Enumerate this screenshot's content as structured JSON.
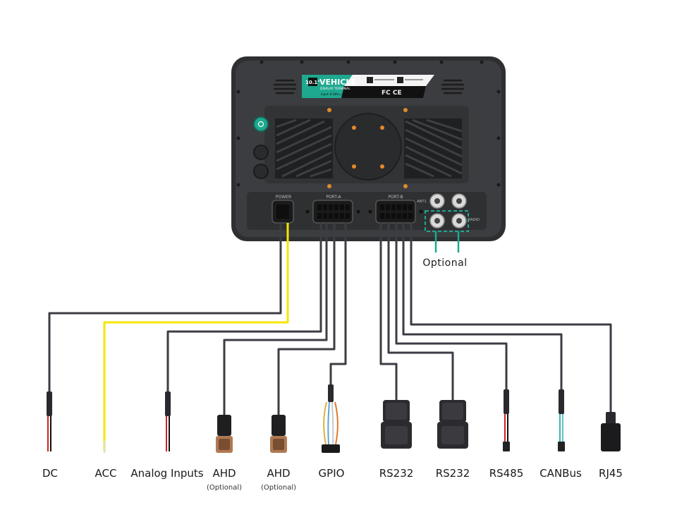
{
  "device": {
    "brand_badge": "10.1\"",
    "title": "VEHICLE",
    "subtitle": "DISPLAY TERMINAL",
    "input": "Input: 8-36V==",
    "cert": "FC CE",
    "ports": {
      "power": "POWER",
      "port_a": "PORT-A",
      "port_b": "PORT-B",
      "ant1": "ANT1",
      "radio": "RADIO"
    }
  },
  "optional_label": "Optional",
  "connectors": [
    {
      "id": "dc",
      "label": "DC",
      "sub": ""
    },
    {
      "id": "acc",
      "label": "ACC",
      "sub": ""
    },
    {
      "id": "analog",
      "label": "Analog Inputs",
      "sub": ""
    },
    {
      "id": "ahd1",
      "label": "AHD",
      "sub": "(Optional)"
    },
    {
      "id": "ahd2",
      "label": "AHD",
      "sub": "(Optional)"
    },
    {
      "id": "gpio",
      "label": "GPIO",
      "sub": ""
    },
    {
      "id": "rs232a",
      "label": "RS232",
      "sub": ""
    },
    {
      "id": "rs232b",
      "label": "RS232",
      "sub": ""
    },
    {
      "id": "rs485",
      "label": "RS485",
      "sub": ""
    },
    {
      "id": "canbus",
      "label": "CANBus",
      "sub": ""
    },
    {
      "id": "rj45",
      "label": "RJ45",
      "sub": ""
    }
  ],
  "colors": {
    "body": "#3a3b3d",
    "panel": "#2b2c2e",
    "accent": "#1ea88f",
    "bolt": "#e2892b",
    "wire": "#3c3c44",
    "acc_wire": "#f5e600",
    "optional_box": "#1ea88f"
  }
}
